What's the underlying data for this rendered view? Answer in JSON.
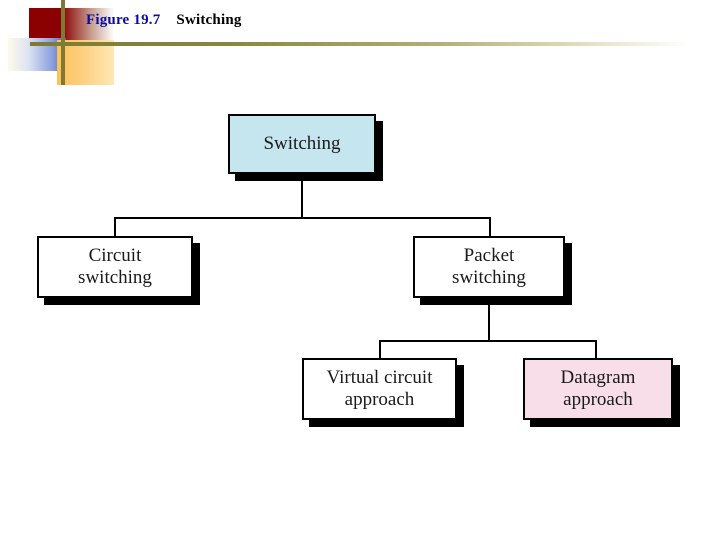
{
  "slide": {
    "figure_number": "Figure 19.7",
    "figure_title": "Switching",
    "background_color": "#ffffff"
  },
  "decorations": {
    "red_square_color": "#8b0000",
    "blue_square_color": "#4a63c8",
    "orange_square_color": "#fcc158",
    "rule_color": "#7d7b33"
  },
  "diagram": {
    "type": "tree",
    "nodes": [
      {
        "id": "switching",
        "label": "Switching",
        "level": 0,
        "fill": "#c5e5ef",
        "border": "#000000"
      },
      {
        "id": "circuit-switching",
        "label": "Circuit\nswitching",
        "level": 1,
        "fill": "#ffffff",
        "border": "#000000"
      },
      {
        "id": "packet-switching",
        "label": "Packet\nswitching",
        "level": 1,
        "fill": "#ffffff",
        "border": "#000000"
      },
      {
        "id": "virtual-circuit-approach",
        "label": "Virtual circuit\napproach",
        "level": 2,
        "fill": "#ffffff",
        "border": "#000000"
      },
      {
        "id": "datagram-approach",
        "label": "Datagram\napproach",
        "level": 2,
        "fill": "#f8dee8",
        "border": "#000000"
      }
    ],
    "edges": [
      {
        "from": "switching",
        "to": "circuit-switching"
      },
      {
        "from": "switching",
        "to": "packet-switching"
      },
      {
        "from": "packet-switching",
        "to": "virtual-circuit-approach"
      },
      {
        "from": "packet-switching",
        "to": "datagram-approach"
      }
    ]
  }
}
